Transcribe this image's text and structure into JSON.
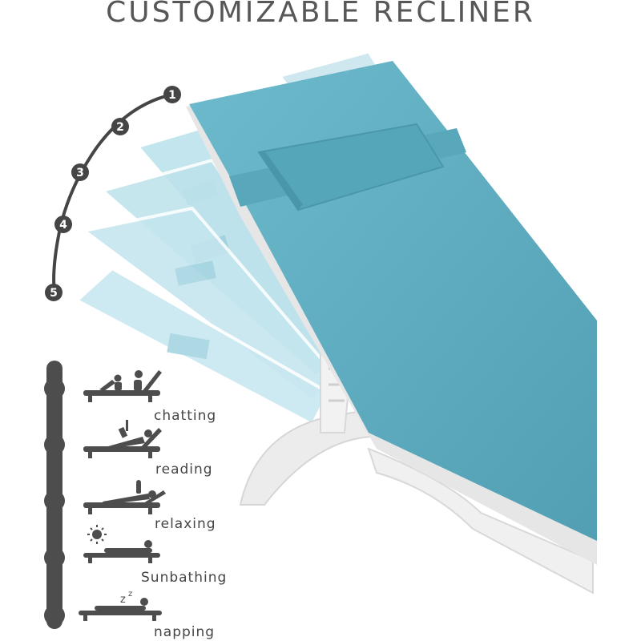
{
  "title": "CUSTOMIZABLE RECLINER",
  "positions": [
    "1",
    "2",
    "3",
    "4",
    "5"
  ],
  "modes": [
    {
      "label": "chatting",
      "icon": "chatting-recliner-icon"
    },
    {
      "label": "reading",
      "icon": "reading-recliner-icon"
    },
    {
      "label": "relaxing",
      "icon": "relaxing-recliner-icon"
    },
    {
      "label": "Sunbathing",
      "icon": "sunbathing-recliner-icon"
    },
    {
      "label": "napping",
      "icon": "napping-recliner-icon"
    }
  ],
  "colors": {
    "fabric": "#5fb0c4",
    "fabric_light": "#b9e1eb",
    "frame": "#e9e9e9",
    "text": "#575757",
    "icon": "#4d4d4d"
  }
}
